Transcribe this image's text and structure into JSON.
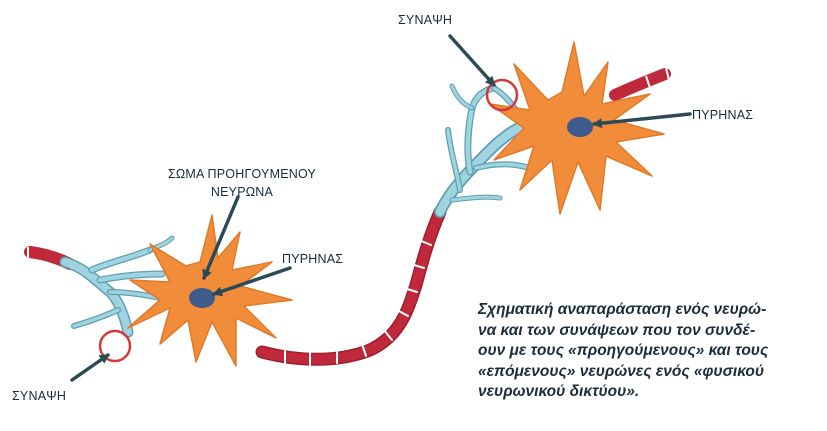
{
  "labels": {
    "synapse_top": "ΣΥΝΑΨΗ",
    "nucleus_right": "ΠΥΡΗΝΑΣ",
    "soma_line1": "ΣΩΜΑ ΠΡΟΗΓΟΥΜΕΝΟΥ",
    "soma_line2": "ΝΕΥΡΩΝΑ",
    "nucleus_left": "ΠΥΡΗΝΑΣ",
    "synapse_bottom": "ΣΥΝΑΨΗ"
  },
  "caption_lines": [
    "Σχηματική αναπαράσταση ενός νευρώ-",
    "να και των συνάψεων που τον συνδέ-",
    "ουν με τους «προηγούμενους» και τους",
    "«επόμενους» νευρώνες ενός «φυσικού",
    "νευρωνικού δικτύου»."
  ],
  "colors": {
    "soma": "#f08c3a",
    "dendrite": "#9fd3df",
    "dendrite_outline": "#5f9fb0",
    "nucleus": "#3f5a8c",
    "axon": "#c0283c",
    "arrow": "#2c4a56",
    "synapse_circle": "#d23a3a"
  }
}
